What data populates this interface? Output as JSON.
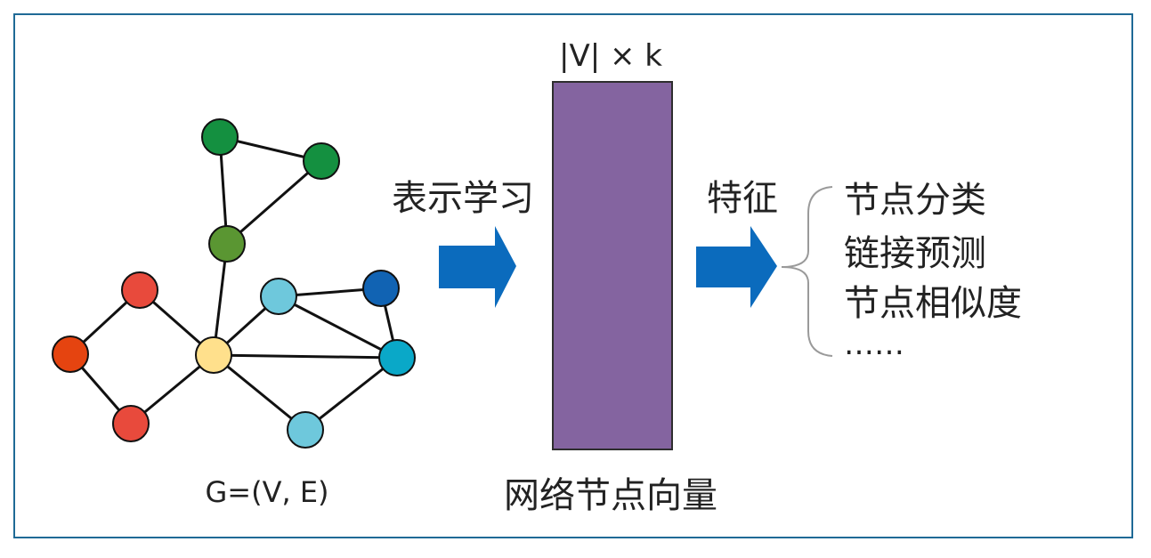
{
  "graph": {
    "label": "G=(V, E)",
    "nodes": [
      {
        "id": "g1",
        "color": "#149040"
      },
      {
        "id": "g2",
        "color": "#149040"
      },
      {
        "id": "g3",
        "color": "#5a9632"
      },
      {
        "id": "r1",
        "color": "#e84a3c"
      },
      {
        "id": "r2",
        "color": "#e54410"
      },
      {
        "id": "r3",
        "color": "#e84a3c"
      },
      {
        "id": "y1",
        "color": "#ffe08c"
      },
      {
        "id": "c1",
        "color": "#6ec8dc"
      },
      {
        "id": "c2",
        "color": "#6ec8dc"
      },
      {
        "id": "b1",
        "color": "#1163b3"
      },
      {
        "id": "t1",
        "color": "#0aa8c8"
      }
    ],
    "edges": [
      [
        "g1",
        "g2"
      ],
      [
        "g1",
        "g3"
      ],
      [
        "g2",
        "g3"
      ],
      [
        "g3",
        "y1"
      ],
      [
        "r1",
        "r2"
      ],
      [
        "r1",
        "y1"
      ],
      [
        "r2",
        "r3"
      ],
      [
        "r3",
        "y1"
      ],
      [
        "y1",
        "c1"
      ],
      [
        "y1",
        "t1"
      ],
      [
        "y1",
        "c2"
      ],
      [
        "c1",
        "b1"
      ],
      [
        "c1",
        "t1"
      ],
      [
        "b1",
        "t1"
      ],
      [
        "t1",
        "c2"
      ]
    ]
  },
  "arrow1_label": "表示学习",
  "matrix": {
    "dim_label": "|V| × k",
    "caption": "网络节点向量",
    "color": "#8464a0"
  },
  "arrow2_label": "特征",
  "tasks": [
    "节点分类",
    "链接预测",
    "节点相似度",
    "……"
  ],
  "colors": {
    "arrow": "#0b6bbd",
    "frame": "#1f6a96",
    "bracket": "#9a9a9a"
  }
}
